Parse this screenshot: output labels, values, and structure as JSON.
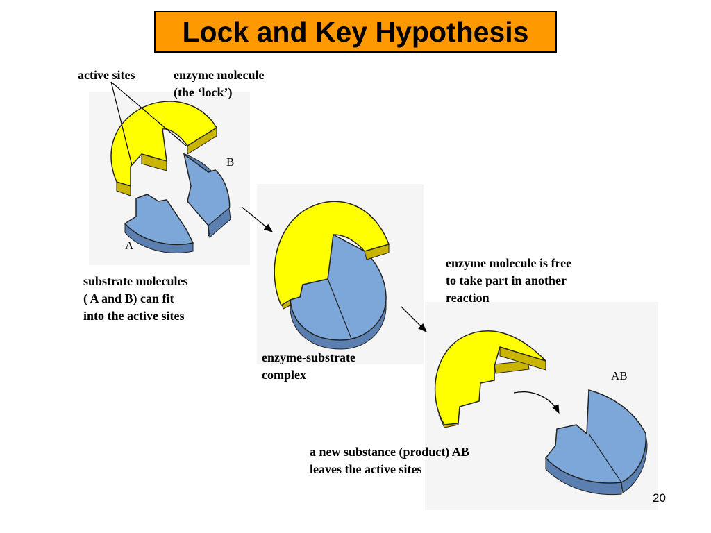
{
  "title": "Lock and Key Hypothesis",
  "labels": {
    "active_sites": "active sites",
    "enzyme_molecule": "enzyme molecule\n(the ‘lock’)",
    "substrate_b": "B",
    "substrate_a": "A",
    "substrates_fit": "substrate molecules\n( A and B) can fit\ninto the active sites",
    "complex": "enzyme-substrate\ncomplex",
    "enzyme_free": "enzyme molecule is free\nto take part in another\nreaction",
    "product": "AB",
    "product_leaves": "a new substance (product) AB\nleaves the active sites",
    "slide_number": "20"
  },
  "colors": {
    "title_bg": "#ff9900",
    "enzyme": "#ffff00",
    "substrate": "#7da7d9"
  }
}
